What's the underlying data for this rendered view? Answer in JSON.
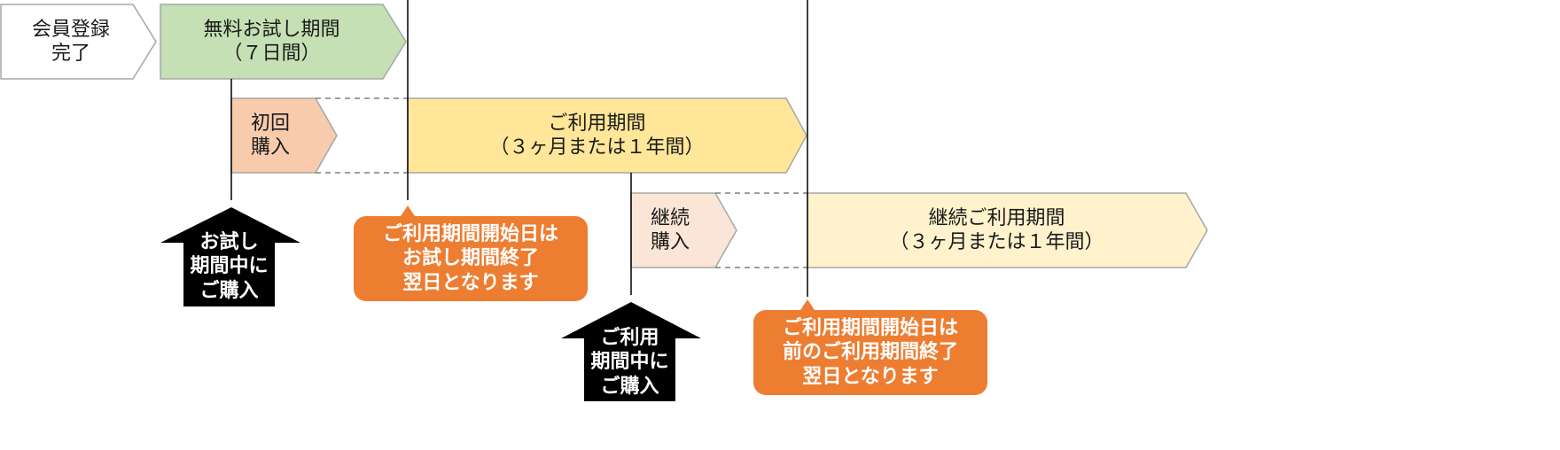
{
  "steps": {
    "registration": {
      "line1": "会員登録",
      "line2": "完了"
    },
    "free_trial": {
      "line1": "無料お試し期間",
      "line2": "（７日間）"
    },
    "first_purchase": {
      "line1": "初回",
      "line2": "購入"
    },
    "usage_period": {
      "line1": "ご利用期間",
      "line2": "（３ヶ月または１年間）"
    },
    "renewal_purchase": {
      "line1": "継続",
      "line2": "購入"
    },
    "renewal_usage_period": {
      "line1": "継続ご利用期間",
      "line2": "（３ヶ月または１年間）"
    }
  },
  "arrows": {
    "trial_purchase": {
      "line1": "お試し",
      "line2": "期間中に",
      "line3": "ご購入"
    },
    "usage_purchase": {
      "line1": "ご利用",
      "line2": "期間中に",
      "line3": "ご購入"
    }
  },
  "callouts": {
    "first_start": {
      "line1": "ご利用期間開始日は",
      "line2": "お試し期間終了",
      "line3": "翌日となります"
    },
    "renewal_start": {
      "line1": "ご利用期間開始日は",
      "line2": "前のご利用期間終了",
      "line3": "翌日となります"
    }
  },
  "colors": {
    "registration_fill": "#ffffff",
    "free_trial_fill": "#c5e0b4",
    "first_purchase_fill": "#f8cbad",
    "usage_period_fill": "#ffe699",
    "renewal_purchase_fill": "#fbe5d6",
    "renewal_usage_fill": "#fff2cc",
    "callout_fill": "#ed7d31",
    "arrow_fill": "#000000",
    "outline": "#a6a6a6"
  }
}
